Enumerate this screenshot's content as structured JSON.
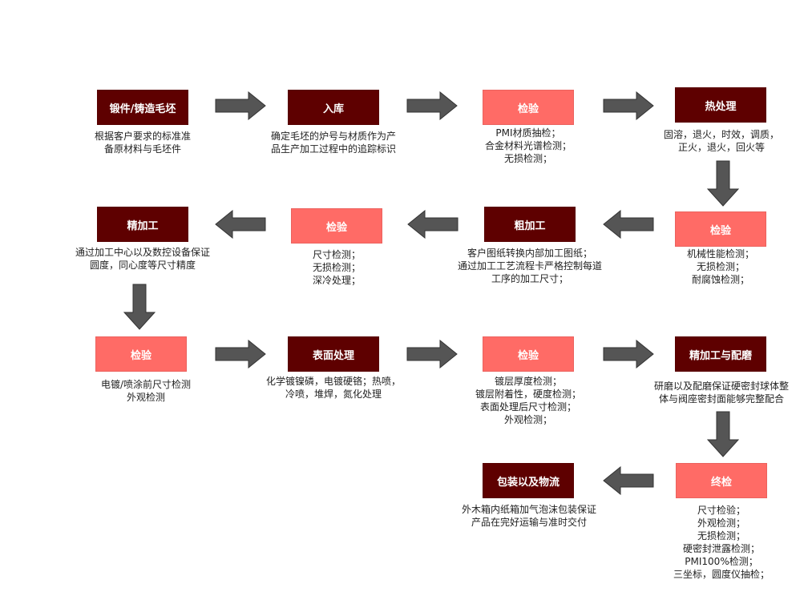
{
  "colors": {
    "dark": "#5e0000",
    "light": "#ff6b66",
    "arrow": "#555555"
  },
  "steps": {
    "forging": {
      "label": "锻件/铸造毛坯",
      "desc": "根据客户要求的标准准\n备原材料与毛坯件"
    },
    "storage": {
      "label": "入库",
      "desc": "确定毛坯的炉号与材质作为产\n品生产加工过程中的追踪标识"
    },
    "inspect1": {
      "label": "检验",
      "desc": "PMI材质抽检；\n合金材料光谱检测；\n无损检测；"
    },
    "heat": {
      "label": "热处理",
      "desc": "固溶，退火，时效，调质，\n正火，退火，回火等"
    },
    "inspect2": {
      "label": "检验",
      "desc": "机械性能检测；\n无损检测；\n耐腐蚀检测；"
    },
    "rough": {
      "label": "粗加工",
      "desc": "客户图纸转换内部加工图纸；\n通过加工工艺流程卡严格控制每道\n工序的加工尺寸；"
    },
    "inspect3": {
      "label": "检验",
      "desc": "尺寸检测；\n无损检测；\n深冷处理；"
    },
    "finish": {
      "label": "精加工",
      "desc": "通过加工中心以及数控设备保证\n圆度，同心度等尺寸精度"
    },
    "inspect4": {
      "label": "检验",
      "desc": "电镀/喷涂前尺寸检测\n外观检测"
    },
    "surface": {
      "label": "表面处理",
      "desc": "化学镀镍磷，电镀硬铬；热喷，\n冷喷，堆焊，氮化处理"
    },
    "inspect5": {
      "label": "检验",
      "desc": "镀层厚度检测；\n镀层附着性，硬度检测；\n表面处理后尺寸检测；\n外观检测；"
    },
    "finishfit": {
      "label": "精加工与配磨",
      "desc": "研磨以及配磨保证硬密封球体整\n体与阀座密封面能够完整配合"
    },
    "final": {
      "label": "终检",
      "desc": "尺寸检验；\n外观检测；\n无损检测；\n硬密封泄露检测；\nPMI100%检测；\n三坐标，圆度仪抽检；"
    },
    "pack": {
      "label": "包装以及物流",
      "desc": "外木箱内纸箱加气泡沫包装保证\n产品在完好运输与准时交付"
    }
  }
}
